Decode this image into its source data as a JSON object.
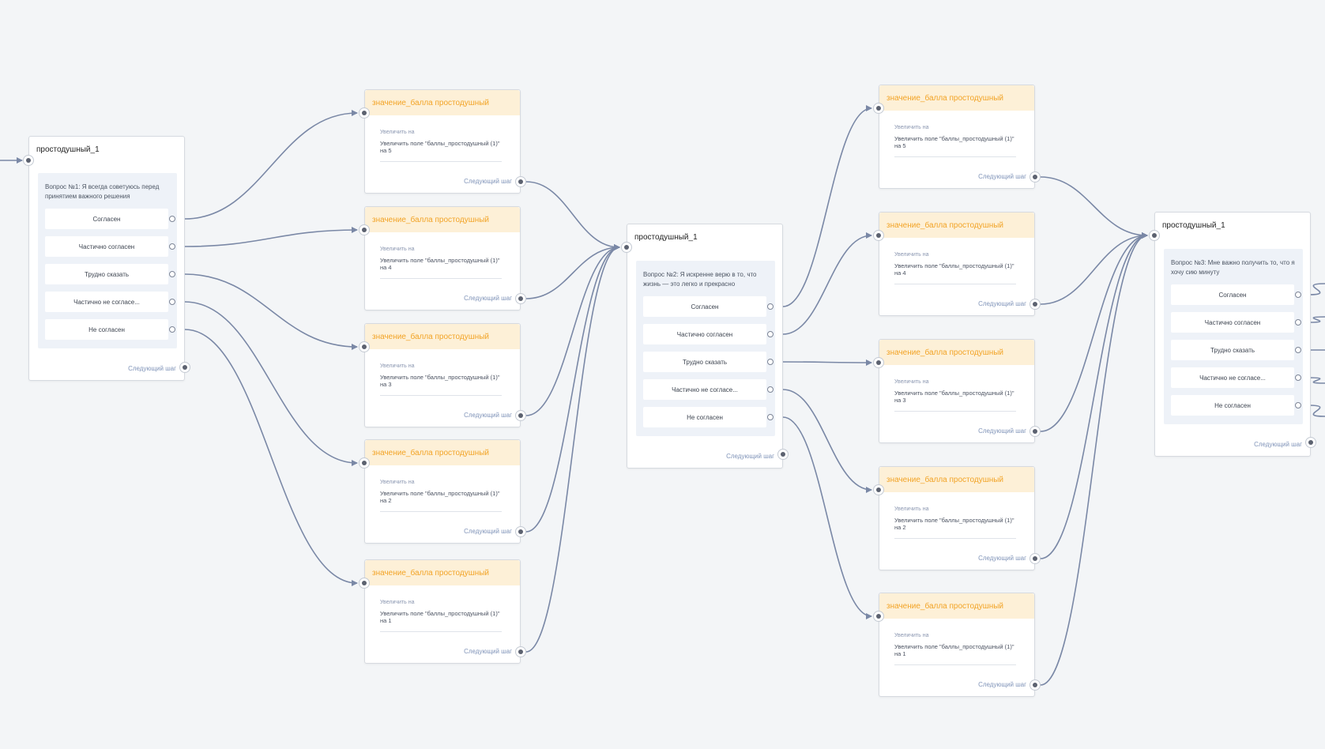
{
  "colors": {
    "canvas": "#f3f5f7",
    "edge": "#7a88a6",
    "action_header_bg": "#fdf0d7",
    "action_title": "#f2a325",
    "next_step_link": "#7f93b8"
  },
  "question_nodes": [
    {
      "title": "простодушный_1",
      "question": "Вопрос №1: Я всегда советуюсь перед принятием важного решения",
      "options": [
        "Согласен",
        "Частично согласен",
        "Трудно сказать",
        "Частично не согласе...",
        "Не согласен"
      ],
      "next_step": "Следующий шаг"
    },
    {
      "title": "простодушный_1",
      "question": "Вопрос №2: Я искренне верю в то, что жизнь — это легко и прекрасно",
      "options": [
        "Согласен",
        "Частично согласен",
        "Трудно сказать",
        "Частично не согласе...",
        "Не согласен"
      ],
      "next_step": "Следующий шаг"
    },
    {
      "title": "простодушный_1",
      "question": "Вопрос №3: Мне важно получить то, что я хочу сию минуту",
      "options": [
        "Согласен",
        "Частично согласен",
        "Трудно сказать",
        "Частично не согласе...",
        "Не согласен"
      ],
      "next_step": "Следующий шаг"
    }
  ],
  "action_nodes": [
    {
      "title": "значение_балла простодушный",
      "action": "Увеличить на",
      "description": "Увеличить поле \"баллы_простодушный (1)\" на 5",
      "next_step": "Следующий шаг"
    },
    {
      "title": "значение_балла простодушный",
      "action": "Увеличить на",
      "description": "Увеличить поле \"баллы_простодушный (1)\" на 4",
      "next_step": "Следующий шаг"
    },
    {
      "title": "значение_балла простодушный",
      "action": "Увеличить на",
      "description": "Увеличить поле \"баллы_простодушный (1)\" на 3",
      "next_step": "Следующий шаг"
    },
    {
      "title": "значение_балла простодушный",
      "action": "Увеличить на",
      "description": "Увеличить поле \"баллы_простодушный (1)\" на 2",
      "next_step": "Следующий шаг"
    },
    {
      "title": "значение_балла простодушный",
      "action": "Увеличить на",
      "description": "Увеличить поле \"баллы_простодушный (1)\" на 1",
      "next_step": "Следующий шаг"
    },
    {
      "title": "значение_балла простодушный",
      "action": "Увеличить на",
      "description": "Увеличить поле \"баллы_простодушный (1)\" на 5",
      "next_step": "Следующий шаг"
    },
    {
      "title": "значение_балла простодушный",
      "action": "Увеличить на",
      "description": "Увеличить поле \"баллы_простодушный (1)\" на 4",
      "next_step": "Следующий шаг"
    },
    {
      "title": "значение_балла простодушный",
      "action": "Увеличить на",
      "description": "Увеличить поле \"баллы_простодушный (1)\" на 3",
      "next_step": "Следующий шаг"
    },
    {
      "title": "значение_балла простодушный",
      "action": "Увеличить на",
      "description": "Увеличить поле \"баллы_простодушный (1)\" на 2",
      "next_step": "Следующий шаг"
    },
    {
      "title": "значение_балла простодушный",
      "action": "Увеличить на",
      "description": "Увеличить поле \"баллы_простодушный (1)\" на 1",
      "next_step": "Следующий шаг"
    }
  ]
}
